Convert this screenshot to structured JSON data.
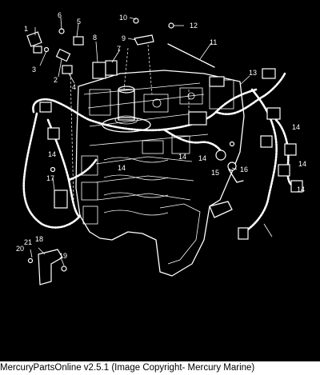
{
  "footer": {
    "text": "MercuryPartsOnline v2.5.1 (Image Copyright- Mercury Marine)"
  },
  "callouts": [
    {
      "id": "c1",
      "label": "1"
    },
    {
      "id": "c2",
      "label": "2"
    },
    {
      "id": "c3",
      "label": "3"
    },
    {
      "id": "c4",
      "label": "4"
    },
    {
      "id": "c5",
      "label": "5"
    },
    {
      "id": "c6",
      "label": "6"
    },
    {
      "id": "c7",
      "label": "7"
    },
    {
      "id": "c8",
      "label": "8"
    },
    {
      "id": "c9",
      "label": "9"
    },
    {
      "id": "c10",
      "label": "10"
    },
    {
      "id": "c11",
      "label": "11"
    },
    {
      "id": "c12",
      "label": "12"
    },
    {
      "id": "c13",
      "label": "13"
    },
    {
      "id": "c14a",
      "label": "14"
    },
    {
      "id": "c14b",
      "label": "14"
    },
    {
      "id": "c14c",
      "label": "14"
    },
    {
      "id": "c14d",
      "label": "14"
    },
    {
      "id": "c14e",
      "label": "14"
    },
    {
      "id": "c14f",
      "label": "14"
    },
    {
      "id": "c14g",
      "label": "14"
    },
    {
      "id": "c15",
      "label": "15"
    },
    {
      "id": "c16",
      "label": "16"
    },
    {
      "id": "c17",
      "label": "17"
    },
    {
      "id": "c18",
      "label": "18"
    },
    {
      "id": "c19",
      "label": "19"
    },
    {
      "id": "c20",
      "label": "20"
    },
    {
      "id": "c21",
      "label": "21"
    }
  ]
}
